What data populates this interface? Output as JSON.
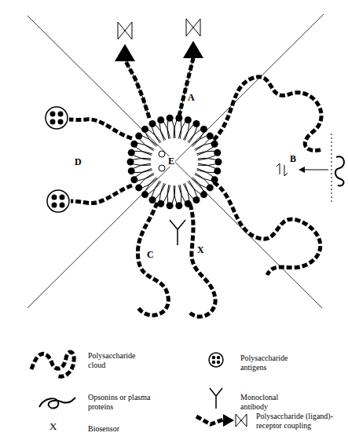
{
  "diagram": {
    "labels": [
      "A",
      "B",
      "C",
      "D",
      "E",
      "X",
      "X"
    ],
    "legend": [
      {
        "text": "Polysaccharide cloud"
      },
      {
        "text": "Polysaccharide antigens"
      },
      {
        "text": "Opsonins or plasma proteins"
      },
      {
        "text": "Monoclonal antibody"
      },
      {
        "text": "Biosensor"
      },
      {
        "text": "Polysaccharide (ligand)-receptor coupling"
      }
    ]
  }
}
